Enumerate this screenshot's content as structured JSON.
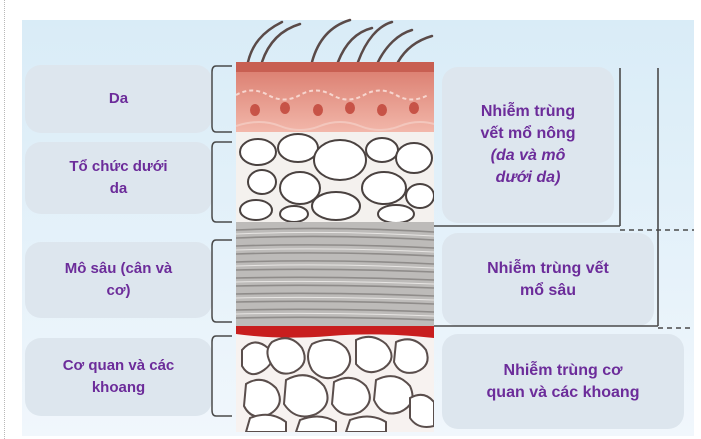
{
  "left_labels": {
    "skin": "Da",
    "subcutaneous": "Tổ chức dưới\nda",
    "deep_tissue": "Mô sâu (cân và\ncơ)",
    "organ_space": "Cơ quan và các\nkhoang"
  },
  "right_labels": {
    "superficial_title": "Nhiễm trùng\nvết mổ nông",
    "superficial_sub": "(da và mô\ndưới da)",
    "deep": "Nhiễm trùng vết\nmổ sâu",
    "organ_space": "Nhiễm trùng cơ\nquan và các khoang"
  },
  "colors": {
    "label_text": "#6c2c9a",
    "box_fill": "#dde6ee",
    "skin_layer": "#e9a39a",
    "fat_layer": "#f4f1ee",
    "muscle_layer": "#b7b5b3",
    "organ_layer": "#f7f2f0",
    "blood": "#c81e1e"
  },
  "icons": [
    "hair-icon",
    "fat-cells-icon",
    "muscle-fibers-icon",
    "organ-loops-icon"
  ]
}
